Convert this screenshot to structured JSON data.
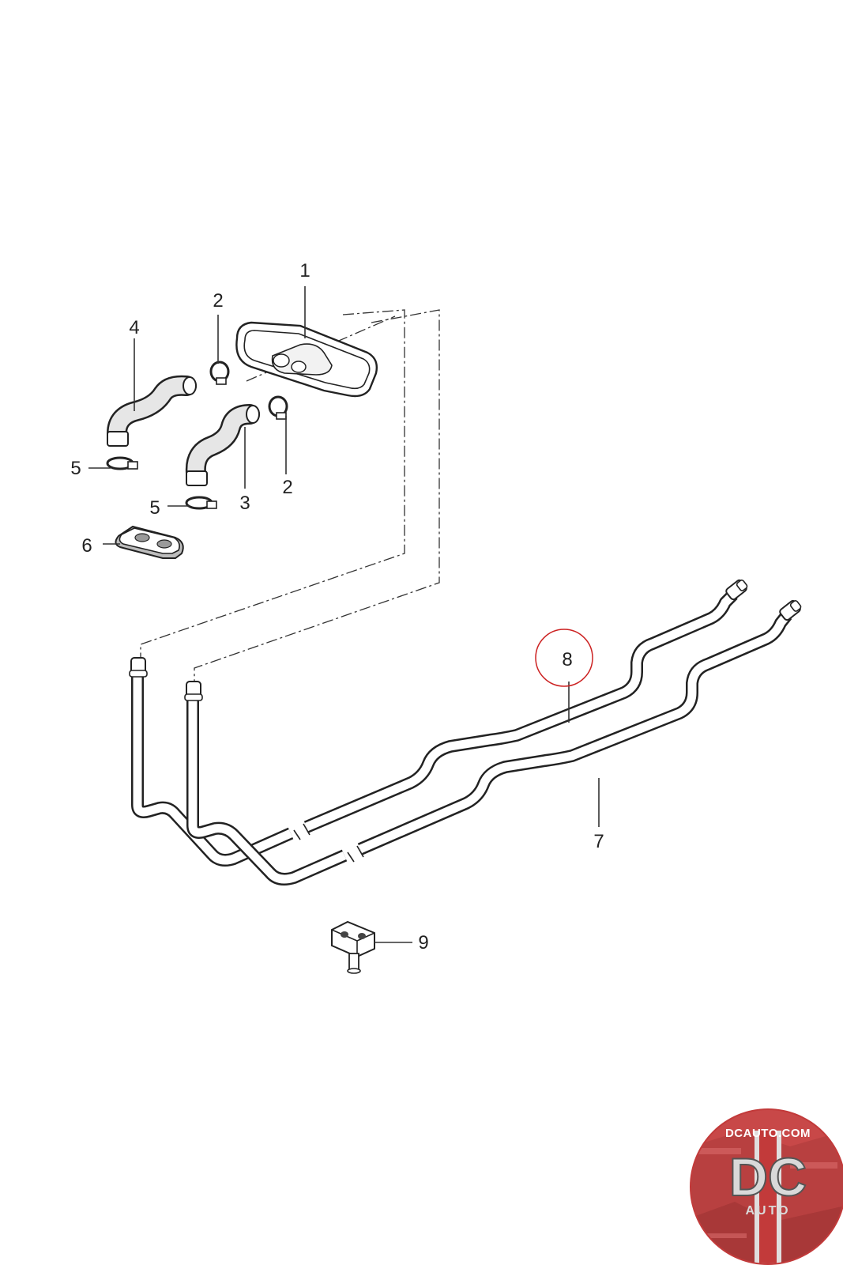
{
  "diagram": {
    "callouts": [
      {
        "id": "c1",
        "label": "1"
      },
      {
        "id": "c2a",
        "label": "2"
      },
      {
        "id": "c2b",
        "label": "2"
      },
      {
        "id": "c3",
        "label": "3"
      },
      {
        "id": "c4",
        "label": "4"
      },
      {
        "id": "c5a",
        "label": "5"
      },
      {
        "id": "c5b",
        "label": "5"
      },
      {
        "id": "c6",
        "label": "6"
      },
      {
        "id": "c7",
        "label": "7"
      },
      {
        "id": "c8",
        "label": "8"
      },
      {
        "id": "c9",
        "label": "9"
      }
    ],
    "highlighted_callout": "8",
    "highlight_color": "#cc2222",
    "line_color": "#333333"
  },
  "logo": {
    "text": "DCAUTO.COM",
    "monogram": "DC",
    "subtext": "AUTO",
    "primary_color": "#c23a3a",
    "ring_color": "#b03030"
  }
}
